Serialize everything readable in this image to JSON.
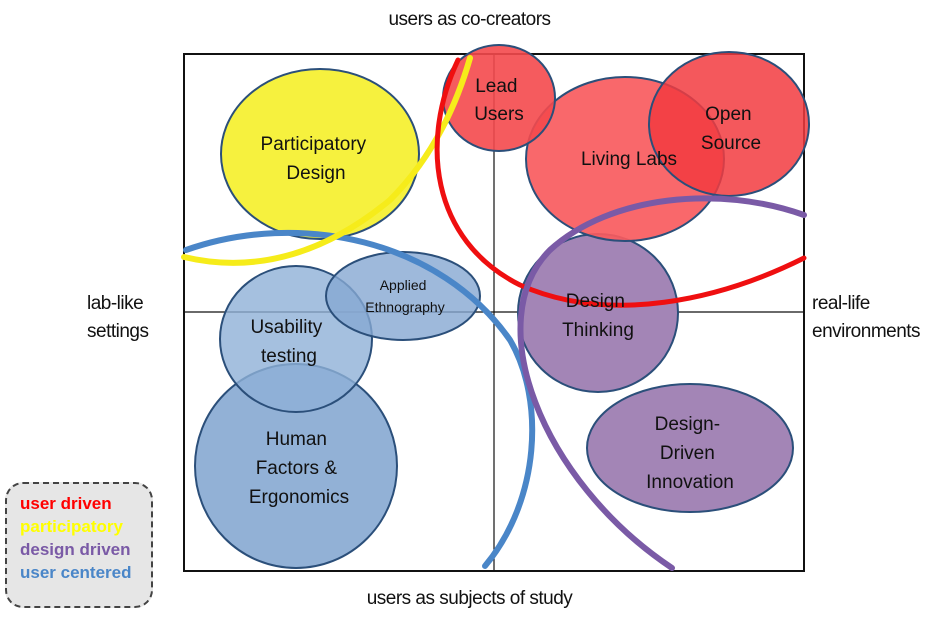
{
  "axes": {
    "top": "users as co-creators",
    "bottom": "users as subjects of study",
    "left": [
      "lab-like",
      "settings"
    ],
    "right": [
      "real-life",
      "environments"
    ]
  },
  "nodes": {
    "participatory_design": {
      "lines": [
        "Participatory",
        "Design"
      ],
      "category": "participatory"
    },
    "lead_users": {
      "lines": [
        "Lead",
        "Users"
      ],
      "category": "user driven"
    },
    "living_labs": {
      "lines": [
        "Living Labs"
      ],
      "category": "user driven"
    },
    "open_source": {
      "lines": [
        "Open",
        "Source"
      ],
      "category": "user driven"
    },
    "applied_ethnography": {
      "lines": [
        "Applied",
        "Ethnography"
      ],
      "category": "user centered"
    },
    "usability_testing": {
      "lines": [
        "Usability",
        "testing"
      ],
      "category": "user centered"
    },
    "human_factors": {
      "lines": [
        "Human",
        "Factors &",
        "Ergonomics"
      ],
      "category": "user centered"
    },
    "design_thinking": {
      "lines": [
        "Design",
        "Thinking"
      ],
      "category": "design driven"
    },
    "design_driven_innovation": {
      "lines": [
        "Design-",
        "Driven",
        "Innovation"
      ],
      "category": "design driven"
    }
  },
  "legend": [
    {
      "label": "user driven",
      "color": "#ff0000"
    },
    {
      "label": "participatory",
      "color": "#ffff00"
    },
    {
      "label": "design driven",
      "color": "#7a5aa6"
    },
    {
      "label": "user centered",
      "color": "#4a86c8"
    }
  ],
  "colors": {
    "user_driven_fill": "#f95b5e",
    "participatory_fill": "#f6f13e",
    "design_driven_fill": "#a385b6",
    "user_centered_fill": "#93b1d6",
    "circle_stroke": "#2b4f7a"
  }
}
